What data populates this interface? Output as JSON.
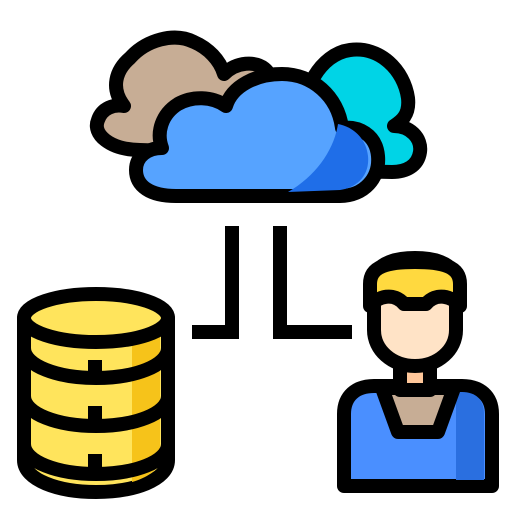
{
  "icon": {
    "name": "cloud-database-user-icon",
    "parts": [
      "cloud-cluster",
      "database",
      "user",
      "connector-lines"
    ]
  },
  "colors": {
    "outline": "#000000",
    "cloud_tan": "#c7ad95",
    "cloud_tan_shade": "#b79d86",
    "cloud_cyan": "#00d4e6",
    "cloud_blue": "#56a3ff",
    "cloud_blue_shade": "#1f6ee8",
    "db_yellow": "#ffe45c",
    "db_yellow_shade": "#f6c31a",
    "hair_yellow": "#ffd93f",
    "skin": "#ffe3c6",
    "neck": "#ffc79a",
    "shirt_blue": "#4a8fff",
    "shirt_blue_shade": "#2a6fe0",
    "collar_tan": "#c7ad95"
  }
}
